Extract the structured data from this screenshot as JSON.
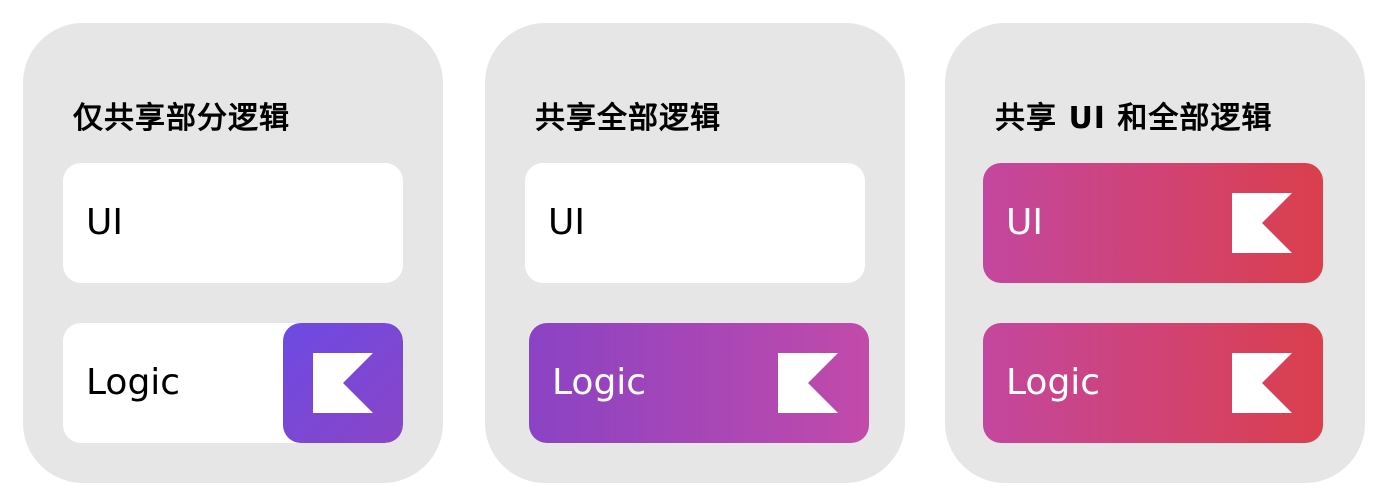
{
  "panels": [
    {
      "title": "仅共享部分逻辑",
      "ui_label": "UI",
      "logic_label": "Logic"
    },
    {
      "title": "共享全部逻辑",
      "ui_label": "UI",
      "logic_label": "Logic"
    },
    {
      "title": "共享 UI 和全部逻辑",
      "ui_label": "UI",
      "logic_label": "Logic"
    }
  ],
  "colors": {
    "panel_background": "#e6e6e6",
    "card_white": "#ffffff",
    "purple_gradient": [
      "#8a43c4",
      "#c24aa9"
    ],
    "red_gradient": [
      "#c3479f",
      "#db3f4c"
    ],
    "kotlin_tile_gradient": [
      "#6c4ae3",
      "#8a45c6"
    ]
  },
  "icons": {
    "brand_logo": "kotlin-logo-icon"
  }
}
